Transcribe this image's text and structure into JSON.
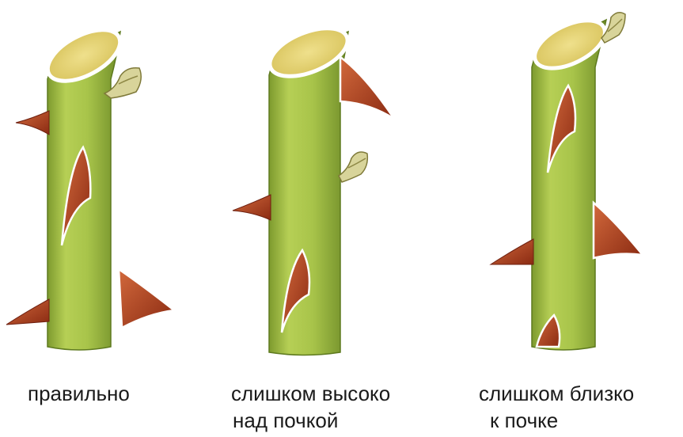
{
  "stems": [
    {
      "id": "correct",
      "caption_lines": [
        "правильно"
      ]
    },
    {
      "id": "too-high",
      "caption_lines": [
        "слишком высоко",
        "над  почкой"
      ]
    },
    {
      "id": "too-close",
      "caption_lines": [
        "слишком близко",
        "к почке"
      ]
    }
  ],
  "colors": {
    "stem": "#a8c44a",
    "stem_shadow": "#6f8c28",
    "stem_highlight": "#cfe07a",
    "cut_face": "#e8d77a",
    "cut_rim": "#ffffff",
    "thorn": "#b3441f",
    "thorn_dark": "#7a2410",
    "bud": "#d8d49a"
  }
}
